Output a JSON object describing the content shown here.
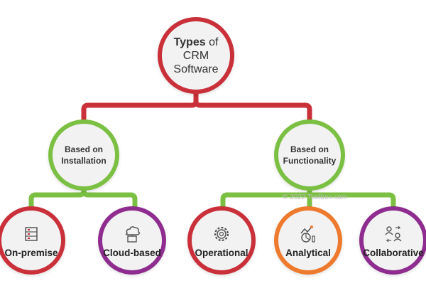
{
  "root": {
    "title_bold": "Types",
    "title_rest": " of",
    "line2": "CRM",
    "line3": "Software",
    "color": "#c9303a"
  },
  "branches": [
    {
      "line1": "Based on",
      "line2": "Installation",
      "color": "#7cc043"
    },
    {
      "line1": "Based on",
      "line2": "Functionality",
      "color": "#7cc043"
    }
  ],
  "leaves": [
    {
      "label": "On-premise",
      "icon": "server-rack-icon",
      "color": "#c9303a"
    },
    {
      "label": "Cloud-based",
      "icon": "cloud-server-icon",
      "color": "#8e2d8f"
    },
    {
      "label": "Operational",
      "icon": "gear-icon",
      "color": "#c9303a"
    },
    {
      "label": "Analytical",
      "icon": "analytics-icon",
      "color": "#ee7a2d"
    },
    {
      "label": "Collaborative",
      "icon": "people-exchange-icon",
      "color": "#8e2d8f"
    }
  ],
  "watermark": "© 2022 Toolbox.com"
}
